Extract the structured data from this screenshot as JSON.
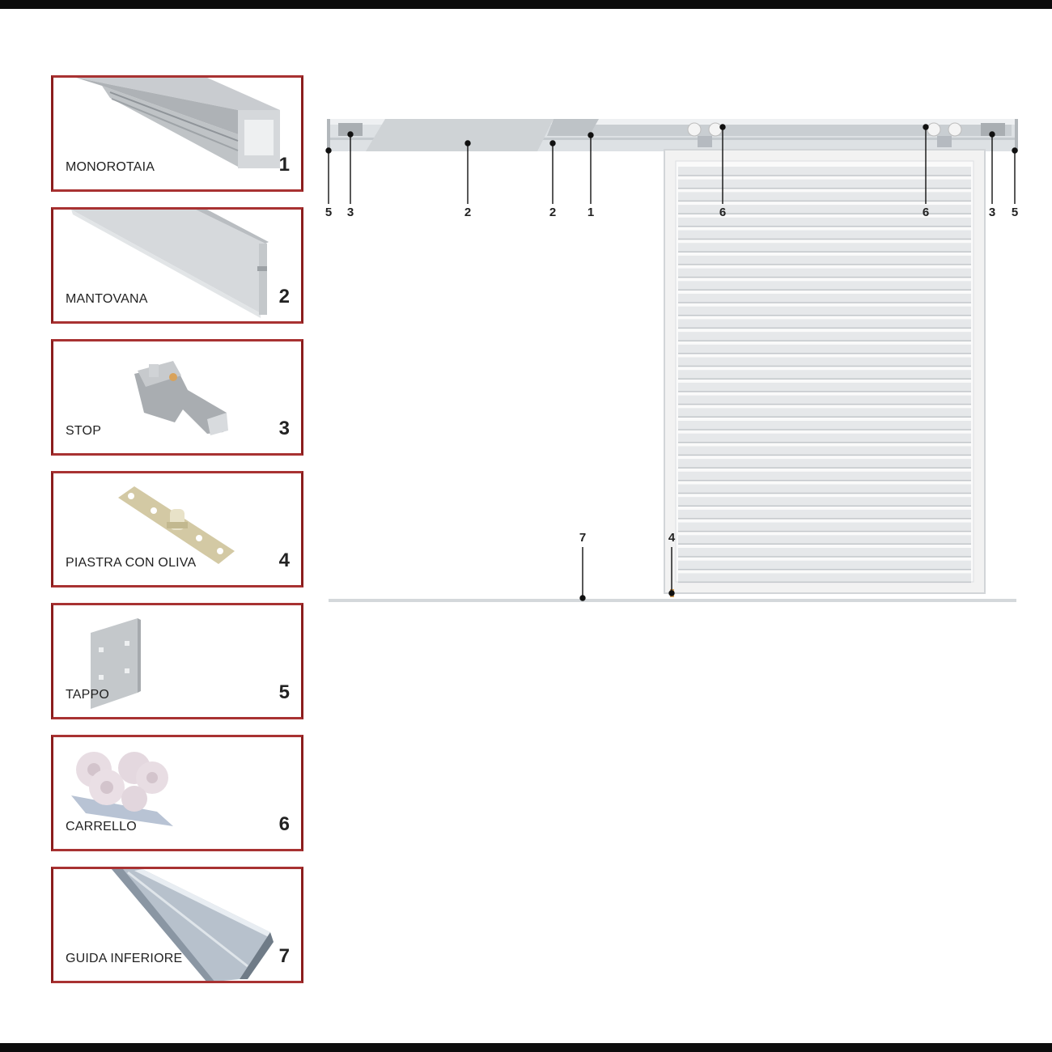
{
  "components": [
    {
      "name": "MONOROTAIA",
      "number": "1",
      "icon": "rail-profile-icon"
    },
    {
      "name": "MANTOVANA",
      "number": "2",
      "icon": "valance-profile-icon"
    },
    {
      "name": "STOP",
      "number": "3",
      "icon": "stop-block-icon"
    },
    {
      "name": "PIASTRA CON OLIVA",
      "number": "4",
      "icon": "guide-plate-icon"
    },
    {
      "name": "TAPPO",
      "number": "5",
      "icon": "end-cap-icon"
    },
    {
      "name": "CARRELLO",
      "number": "6",
      "icon": "trolley-icon"
    },
    {
      "name": "GUIDA INFERIORE",
      "number": "7",
      "icon": "bottom-guide-icon"
    }
  ],
  "diagram": {
    "callouts_top": [
      "5",
      "3",
      "2",
      "2",
      "1",
      "6",
      "6",
      "3",
      "5"
    ],
    "callouts_bottom": [
      "7",
      "4"
    ],
    "colors": {
      "card_border": "#8b1d1d",
      "rail": "#d9dde0",
      "shutter_frame": "#f2f2f2",
      "slat": "#e6e8ea"
    }
  }
}
